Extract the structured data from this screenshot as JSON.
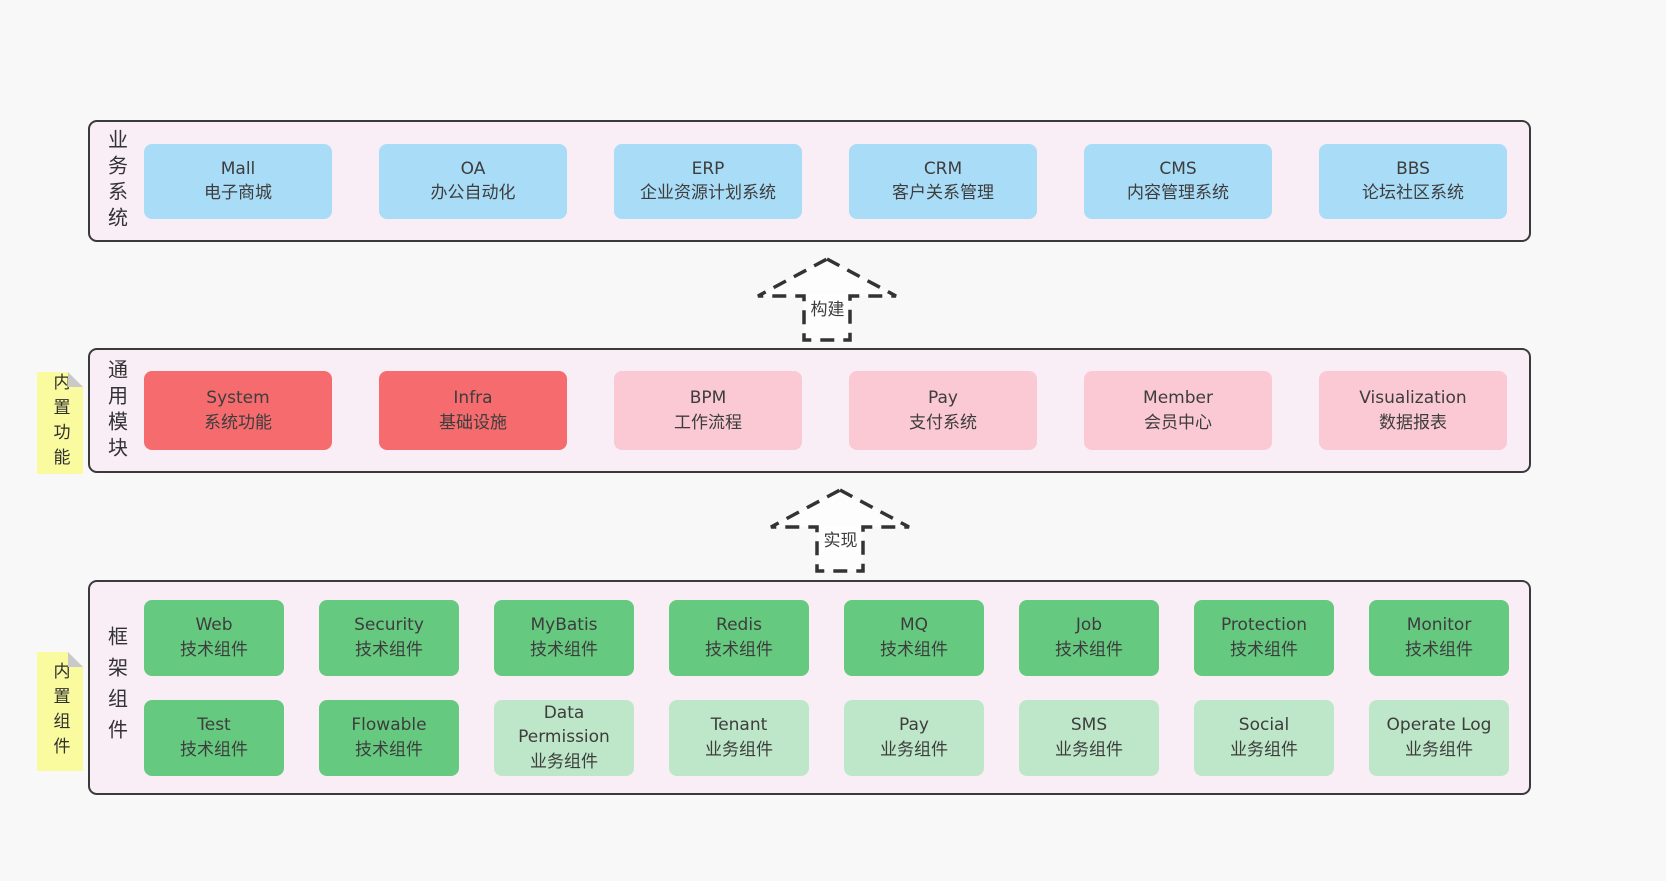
{
  "diagram": {
    "colors": {
      "blue": "#a9dcf6",
      "red": "#f56b6e",
      "pink": "#fac9d3",
      "green": "#66c980",
      "light_green": "#bde7c8",
      "container_bg": "#f9edf6",
      "sticky_yellow": "#fafa9e",
      "border": "#3a3a3a",
      "page_bg": "#f8f8f8"
    },
    "arrows": [
      {
        "label": "构建"
      },
      {
        "label": "实现"
      }
    ],
    "layers": [
      {
        "label": "业务系统",
        "boxes_rows": [
          [
            {
              "name": "Mall",
              "desc": "电子商城",
              "type": "blue"
            },
            {
              "name": "OA",
              "desc": "办公自动化",
              "type": "blue"
            },
            {
              "name": "ERP",
              "desc": "企业资源计划系统",
              "type": "blue"
            },
            {
              "name": "CRM",
              "desc": "客户关系管理",
              "type": "blue"
            },
            {
              "name": "CMS",
              "desc": "内容管理系统",
              "type": "blue"
            },
            {
              "name": "BBS",
              "desc": "论坛社区系统",
              "type": "blue"
            }
          ]
        ]
      },
      {
        "label": "通用模块",
        "sticky": "内置功能",
        "boxes_rows": [
          [
            {
              "name": "System",
              "desc": "系统功能",
              "type": "red"
            },
            {
              "name": "Infra",
              "desc": "基础设施",
              "type": "red"
            },
            {
              "name": "BPM",
              "desc": "工作流程",
              "type": "pink"
            },
            {
              "name": "Pay",
              "desc": "支付系统",
              "type": "pink"
            },
            {
              "name": "Member",
              "desc": "会员中心",
              "type": "pink"
            },
            {
              "name": "Visualization",
              "desc": "数据报表",
              "type": "pink"
            }
          ]
        ]
      },
      {
        "label": "框架组件",
        "sticky": "内置组件",
        "boxes_rows": [
          [
            {
              "name": "Web",
              "desc": "技术组件",
              "type": "green"
            },
            {
              "name": "Security",
              "desc": "技术组件",
              "type": "green"
            },
            {
              "name": "MyBatis",
              "desc": "技术组件",
              "type": "green"
            },
            {
              "name": "Redis",
              "desc": "技术组件",
              "type": "green"
            },
            {
              "name": "MQ",
              "desc": "技术组件",
              "type": "green"
            },
            {
              "name": "Job",
              "desc": "技术组件",
              "type": "green"
            },
            {
              "name": "Protection",
              "desc": "技术组件",
              "type": "green"
            },
            {
              "name": "Monitor",
              "desc": "技术组件",
              "type": "green"
            }
          ],
          [
            {
              "name": "Test",
              "desc": "技术组件",
              "type": "green"
            },
            {
              "name": "Flowable",
              "desc": "技术组件",
              "type": "green"
            },
            {
              "name": "Data Permission",
              "desc": "业务组件",
              "type": "lightgreen"
            },
            {
              "name": "Tenant",
              "desc": "业务组件",
              "type": "lightgreen"
            },
            {
              "name": "Pay",
              "desc": "业务组件",
              "type": "lightgreen"
            },
            {
              "name": "SMS",
              "desc": "业务组件",
              "type": "lightgreen"
            },
            {
              "name": "Social",
              "desc": "业务组件",
              "type": "lightgreen"
            },
            {
              "name": "Operate Log",
              "desc": "业务组件",
              "type": "lightgreen"
            }
          ]
        ]
      }
    ]
  }
}
